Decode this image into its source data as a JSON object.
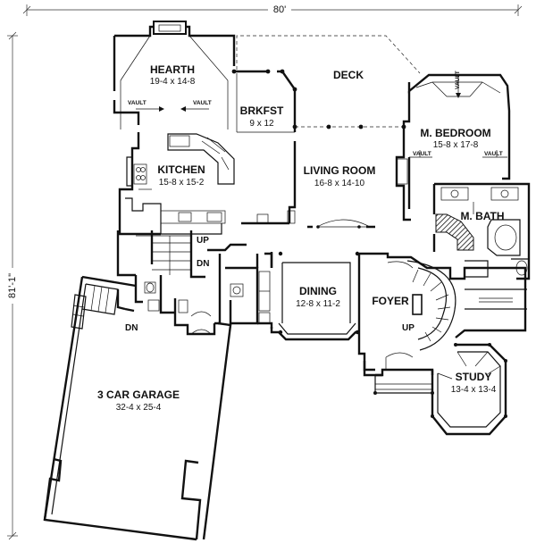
{
  "overall": {
    "width": "80'",
    "depth": "81'-1\""
  },
  "rooms": {
    "hearth": {
      "name": "HEARTH",
      "dims": "19-4 x 14-8"
    },
    "brkfst": {
      "name": "BRKFST",
      "dims": "9 x 12"
    },
    "kitchen": {
      "name": "KITCHEN",
      "dims": "15-8 x 15-2"
    },
    "living": {
      "name": "LIVING ROOM",
      "dims": "16-8 x 14-10"
    },
    "bedroom": {
      "name": "M. BEDROOM",
      "dims": "15-8 x 17-8"
    },
    "bath": {
      "name": "M. BATH",
      "dims": ""
    },
    "dining": {
      "name": "DINING",
      "dims": "12-8 x 11-2"
    },
    "foyer": {
      "name": "FOYER",
      "dims": ""
    },
    "study": {
      "name": "STUDY",
      "dims": "13-4 x 13-4"
    },
    "garage": {
      "name": "3 CAR GARAGE",
      "dims": "32-4 x 25-4"
    },
    "deck": {
      "name": "DECK",
      "dims": ""
    }
  },
  "labels": {
    "vault": "VAULT",
    "up": "UP",
    "dn": "DN"
  }
}
